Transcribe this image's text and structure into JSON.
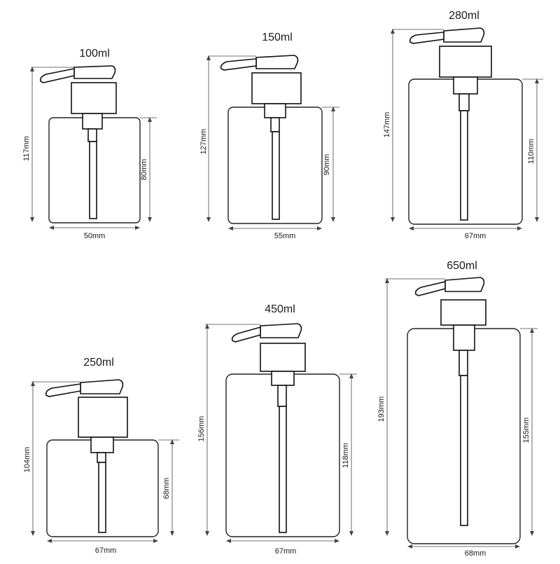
{
  "bottles": [
    {
      "volume": "100ml",
      "total_height": "117mm",
      "body_height": "80mm",
      "width": "50mm"
    },
    {
      "volume": "150ml",
      "total_height": "127mm",
      "body_height": "90mm",
      "width": "55mm"
    },
    {
      "volume": "280ml",
      "total_height": "147mm",
      "body_height": "110mm",
      "width": "67mm"
    },
    {
      "volume": "250ml",
      "total_height": "104mm",
      "body_height": "68mm",
      "width": "67mm"
    },
    {
      "volume": "450ml",
      "total_height": "156mm",
      "body_height": "118mm",
      "width": "67mm"
    },
    {
      "volume": "650ml",
      "total_height": "193mm",
      "body_height": "155mm",
      "width": "68mm"
    }
  ]
}
